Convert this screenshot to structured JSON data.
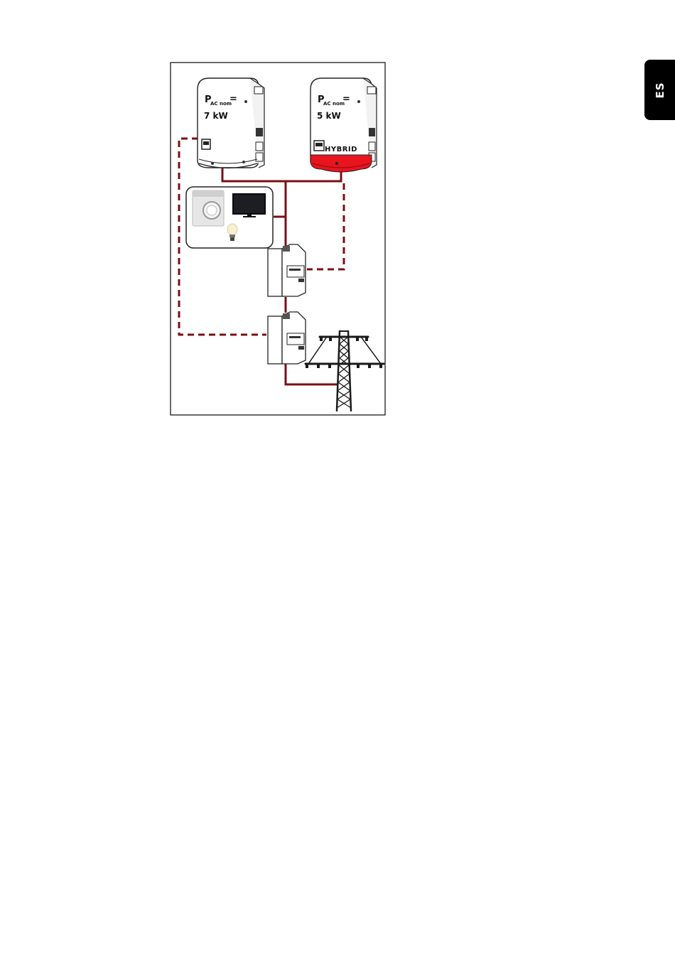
{
  "language_tab": {
    "label": "ES"
  },
  "colors": {
    "wire": "#7a0f14",
    "hybrid_red": "#e8141e",
    "frame": "#1a1a1a"
  },
  "diagram": {
    "inverter_1": {
      "p_label": "P",
      "p_sub": "AC nom",
      "equals": "=",
      "power": "7 kW"
    },
    "inverter_2": {
      "p_label": "P",
      "p_sub": "AC nom",
      "equals": "=",
      "power": "5 kW",
      "badge": "HYBRID"
    },
    "loads": [
      "washing-machine-icon",
      "tv-icon",
      "light-bulb-icon"
    ],
    "meters": [
      "energy-meter-1",
      "energy-meter-2"
    ],
    "grid": "power-pylon-icon"
  }
}
